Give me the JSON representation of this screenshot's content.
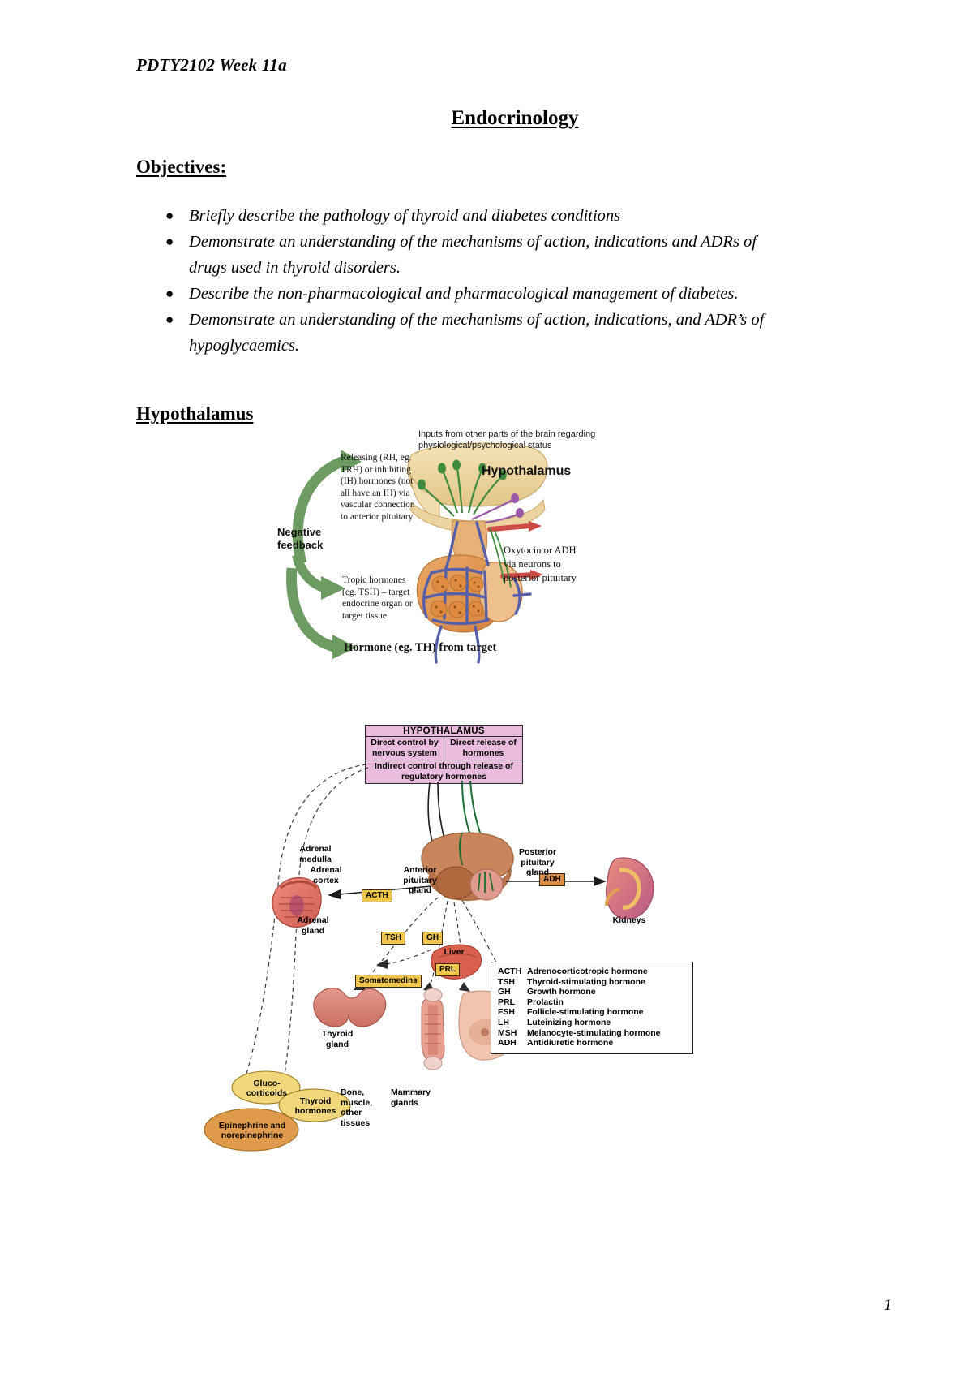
{
  "document": {
    "header": "PDTY2102 Week 11a",
    "title": "Endocrinology",
    "page_number": "1"
  },
  "objectives": {
    "heading": "Objectives:",
    "bullet_glyph": "●",
    "items": [
      "Briefly describe the pathology of thyroid and diabetes conditions",
      "Demonstrate an understanding of the mechanisms of action, indications and ADRs of drugs used in thyroid disorders.",
      "Describe the non-pharmacological and pharmacological management of diabetes.",
      "Demonstrate an understanding of the mechanisms of action, indications, and ADR’s of hypoglycaemics."
    ]
  },
  "hypothalamus": {
    "heading": "Hypothalamus"
  },
  "figure1": {
    "inputs_caption": "Inputs from other parts of the brain regarding physiological/psychological status",
    "hypothalamus_label": "Hypothalamus",
    "releasing_caption": "Releasing (RH, eg. TRH) or inhibiting (IH) hormones (not all have an IH) via vascular connection to anterior pituitary",
    "negative_feedback_label": "Negative feedback",
    "tropic_caption": "Tropic hormones (eg. TSH) – target endocrine organ or target tissue",
    "oxytocin_caption": "Oxytocin or ADH via neurons to posterior pituitary",
    "hormone_target_label": "Hormone (eg. TH) from target"
  },
  "figure2": {
    "hypothalamus_box": {
      "title": "HYPOTHALAMUS",
      "col_left": "Direct control by nervous system",
      "col_right": "Direct release of hormones",
      "bottom": "Indirect control through release of regulatory hormones"
    },
    "labels": {
      "adrenal_medulla": "Adrenal medulla",
      "adrenal_cortex": "Adrenal cortex",
      "adrenal_gland": "Adrenal gland",
      "anterior_pituitary": "Anterior pituitary gland",
      "posterior_pituitary": "Posterior pituitary gland",
      "kidneys": "Kidneys",
      "liver": "Liver",
      "thyroid_gland": "Thyroid gland",
      "bone_muscle": "Bone, muscle, other tissues",
      "mammary_glands": "Mammary glands"
    },
    "tags": {
      "acth": "ACTH",
      "adh": "ADH",
      "tsh": "TSH",
      "gh": "GH",
      "prl": "PRL",
      "somatomedins": "Somatomedins"
    },
    "ellipses": {
      "glucocorticoids": "Gluco-corticoids",
      "thyroid_hormones": "Thyroid hormones",
      "epinephrine": "Epinephrine and norepinephrine"
    },
    "legend": [
      {
        "abbr": "ACTH",
        "full": "Adrenocorticotropic hormone"
      },
      {
        "abbr": "TSH",
        "full": "Thyroid-stimulating hormone"
      },
      {
        "abbr": "GH",
        "full": "Growth hormone"
      },
      {
        "abbr": "PRL",
        "full": "Prolactin"
      },
      {
        "abbr": "FSH",
        "full": "Follicle-stimulating hormone"
      },
      {
        "abbr": "LH",
        "full": "Luteinizing hormone"
      },
      {
        "abbr": "MSH",
        "full": "Melanocyte-stimulating hormone"
      },
      {
        "abbr": "ADH",
        "full": "Antidiuretic hormone"
      }
    ]
  },
  "colors": {
    "hypothalamus_box": "#e9bcdd",
    "tag_yellow": "#f0c64c",
    "tag_orange": "#d98c4a",
    "feedback_arrow_green": "#6d9c62",
    "brain_tan": "#efd9a6",
    "pituitary_orange": "#e09a55",
    "vessel_blue": "#5560a8",
    "vessel_red": "#cc4b44",
    "neuron_green": "#3e8b3e",
    "neuron_purple": "#9a5aa8"
  }
}
